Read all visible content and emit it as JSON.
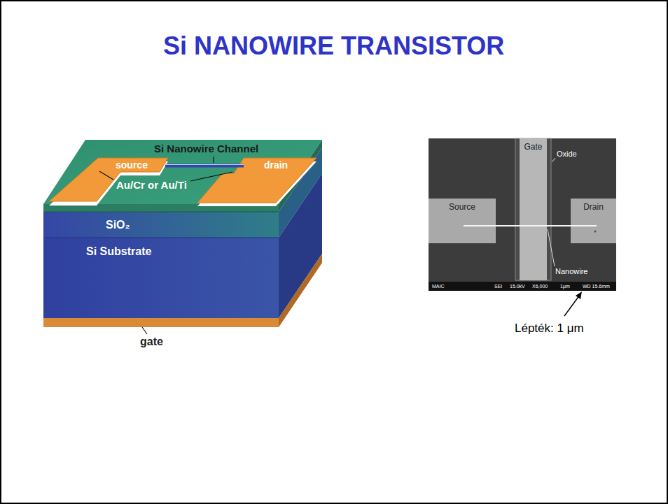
{
  "diagram": {
    "title": "Si NANOWIRE TRANSISTOR",
    "nodes": [
      {
        "text": [
          "source"
        ]
      },
      {
        "text": [
          "drain"
        ]
      },
      {
        "text": [
          "Source"
        ]
      },
      {
        "text": [
          "Gate"
        ]
      },
      {
        "text": [
          "Drain"
        ]
      }
    ],
    "labels": [
      "Si Nanowire Channel",
      "Au/Cr or Au/Ti",
      "SiO₂",
      "Si Substrate",
      "gate",
      "Oxide",
      "Nanowire",
      "MAIC",
      "SEI",
      "15.0kV",
      "X6,000",
      "1μm",
      "WD 15.6mm",
      "Lépték: 1 μm"
    ]
  }
}
